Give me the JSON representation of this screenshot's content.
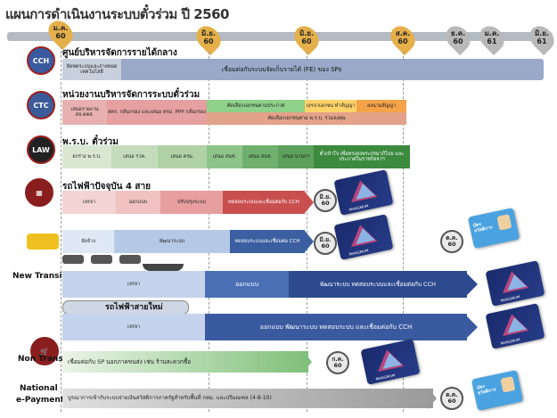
{
  "title": "แผนการดำเนินงานระบบตั๋วร่วม ปี 2560",
  "timeline": [
    {
      "label": "ม.ค.",
      "sub": "60",
      "style": "gold"
    },
    {
      "label": "มิ.ย.",
      "sub": "60",
      "style": "gold"
    },
    {
      "label": "มิ.ย.",
      "sub": "60",
      "style": "gold"
    },
    {
      "label": "ส.ค.",
      "sub": "60",
      "style": "gold"
    },
    {
      "label": "ธ.ค.",
      "sub": "60",
      "style": "gray"
    },
    {
      "label": "ม.ค.",
      "sub": "61",
      "style": "gray"
    },
    {
      "label": "มิ.ย.",
      "sub": "61",
      "style": "gray"
    }
  ],
  "rows": {
    "cch": {
      "icon": "CCH",
      "label": "ศูนย์บริหารจัดการรายได้กลาง",
      "seg1": "จัดทดระบบและถ่ายทอดเทคโนโลยี",
      "seg2": "เชื่อมต่อกับระบบจัดเก็บรายได้ (FE) ของ SPs"
    },
    "ctc": {
      "icon": "CTC",
      "label": "หน่วยงานบริหารจัดการระบบตั๋วร่วม",
      "a1": "เสนอรายงาน สจ.คคส.",
      "a2": "สคร. กลั่นกรอง และเสนอ ครม. PPP กลั่นกรอง",
      "a3": "คัดเลือกเอกชนตามประกาศ",
      "a4": "เจรจาเอกชน ทำสัญญา",
      "a5": "ลงนามสัญญา",
      "b1": "คัดเลือกเอกชนตาม พ.ร.บ. ร่วมลงทุน"
    },
    "law": {
      "icon": "LAW",
      "label": "พ.ร.บ. ตั๋วร่วม",
      "s1": "ยกร่าง พ.ร.บ.",
      "s2": "เสนอ รวค.",
      "s3": "เสนอ ครม.",
      "s4": "เสนอ สนช.",
      "s5": "เสนอ สนช.",
      "s6": "เสนอ นายกฯ",
      "s7": "ตั๋วเข้าใจ เพื่อทรงลงพระปรมาภิไธย และประกาศในราชกิจจาฯ"
    },
    "rail4": {
      "label": "รถไฟฟ้าปัจจุบัน 4 สาย",
      "s1": "เจรจา",
      "s2": "ออกแบบ",
      "s3": "ปรับปรุงระบบ",
      "s4": "ทดสอบระบบและเชื่อมต่อกับ CCH",
      "badge": "มิ.ย. 60"
    },
    "bus": {
      "s1": "จัดจ้าง",
      "s2": "พัฒนาระบบ",
      "s3": "ทดสอบระบบและเชื่อมต่อ CCH",
      "badge1": "มิ.ย. 60",
      "badge2": "ต.ค. 60"
    },
    "newtransit": {
      "label": "New Transit",
      "s1": "เจรจา",
      "s2": "ออกแบบ",
      "s3": "พัฒนาระบบ ทดสอบระบบและเชื่อมต่อกับ CCH"
    },
    "newrail": {
      "label": "รถไฟฟ้าสายใหม่",
      "s1": "เจรจา",
      "s2": "ออกแบบ พัฒนาระบบ ทดสอบระบบ และเชื่อมต่อกับ CCH"
    },
    "nontransit": {
      "label": "Non Transit",
      "s1": "เชื่อมต่อกับ SP นอกภาคขนส่ง เช่น ร้านสะดวกซื้อ",
      "badge": "ก.ค. 60"
    },
    "payment": {
      "label1": "National",
      "label2": "e-Payment",
      "s1": "บูรณาการเข้ากับระบบจ่ายเงินสวัสดิการภาครัฐสำหรับพื้นที่ กทม. และปริมณฑล (4-8-10)",
      "badge": "ต.ค. 60"
    }
  },
  "card": {
    "brand": "MANGMUM"
  },
  "pcard": {
    "text": "บัตร สวัสดิการ"
  },
  "colors": {
    "gold": "#e5b04a",
    "blue": "#2e4a8e",
    "red": "#c44a4a",
    "green": "#5aa05a"
  }
}
